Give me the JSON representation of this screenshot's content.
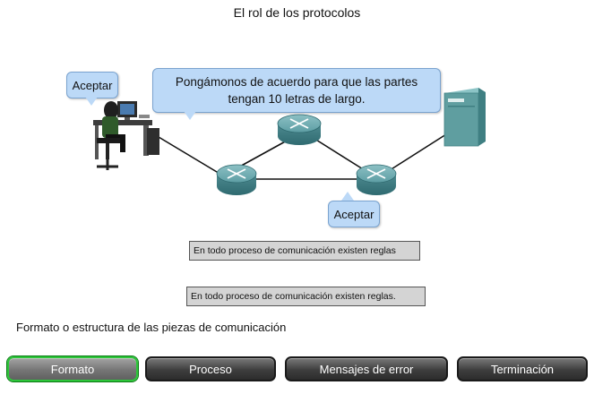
{
  "title": "El rol de los protocolos",
  "bubbles": {
    "main_line1": "Pongámonos de acuerdo para que las partes",
    "main_line2": "tengan 10 letras de largo.",
    "left": "Aceptar",
    "right": "Aceptar"
  },
  "notes": {
    "first": "En todo proceso de comunicación existen reglas",
    "second": "En todo proceso de comunicación existen reglas."
  },
  "prompt": "Formato o estructura de las piezas de comunicación",
  "buttons": {
    "formato": "Formato",
    "proceso": "Proceso",
    "mensajes": "Mensajes de error",
    "terminacion": "Terminación"
  },
  "colors": {
    "bubble": "#bcd9f7",
    "router": "#4f8f96",
    "server": "#5f9ea0",
    "active_border": "#2dc63a"
  }
}
